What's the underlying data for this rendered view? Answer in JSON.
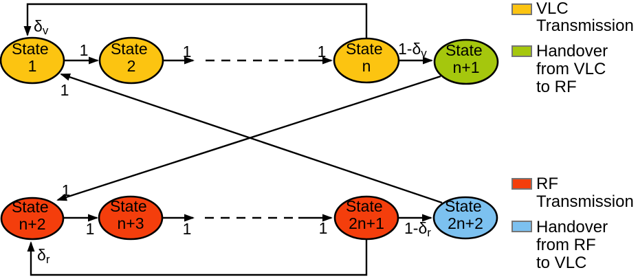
{
  "colors": {
    "vlc": "#FCC411",
    "handover_vlc_to_rf": "#A5C70D",
    "rf": "#F43E0C",
    "handover_rf_to_vlc": "#7CC1F0",
    "line": "#000000"
  },
  "states": {
    "s1": {
      "line1": "State",
      "line2": "1"
    },
    "s2": {
      "line1": "State",
      "line2": "2"
    },
    "sn": {
      "line1": "State",
      "line2": "n"
    },
    "sn1": {
      "line1": "State",
      "line2": "n+1"
    },
    "sn2": {
      "line1": "State",
      "line2": "n+2"
    },
    "sn3": {
      "line1": "State",
      "line2": "n+3"
    },
    "s2n1": {
      "line1": "State",
      "line2": "2n+1"
    },
    "s2n2": {
      "line1": "State",
      "line2": "2n+2"
    }
  },
  "edge_labels": {
    "s1_to_s2": "1",
    "s2_to_dots_top": "1",
    "dots_top_to_sn": "1",
    "sn_to_sn1_main": "1-δ",
    "sn_to_sn1_sub": "v",
    "sn_to_s1_main": "δ",
    "sn_to_s1_sub": "v",
    "sn1_to_sn2": "1",
    "sn2_to_sn3": "1",
    "sn3_to_dots_bottom": "1",
    "dots_bottom_to_s2n1": "1",
    "s2n1_to_s2n2_main": "1-δ",
    "s2n1_to_s2n2_sub": "r",
    "s2n1_to_sn2_main": "δ",
    "s2n1_to_sn2_sub": "r",
    "s2n2_to_s1": "1"
  },
  "legend": {
    "items": [
      {
        "color_key": "vlc",
        "lines": [
          "VLC",
          "Transmission"
        ]
      },
      {
        "color_key": "handover_vlc_to_rf",
        "lines": [
          "Handover",
          "from VLC",
          "to RF"
        ]
      },
      {
        "color_key": "rf",
        "lines": [
          "RF",
          "Transmission"
        ]
      },
      {
        "color_key": "handover_rf_to_vlc",
        "lines": [
          "Handover",
          "from RF",
          "to VLC"
        ]
      }
    ]
  }
}
